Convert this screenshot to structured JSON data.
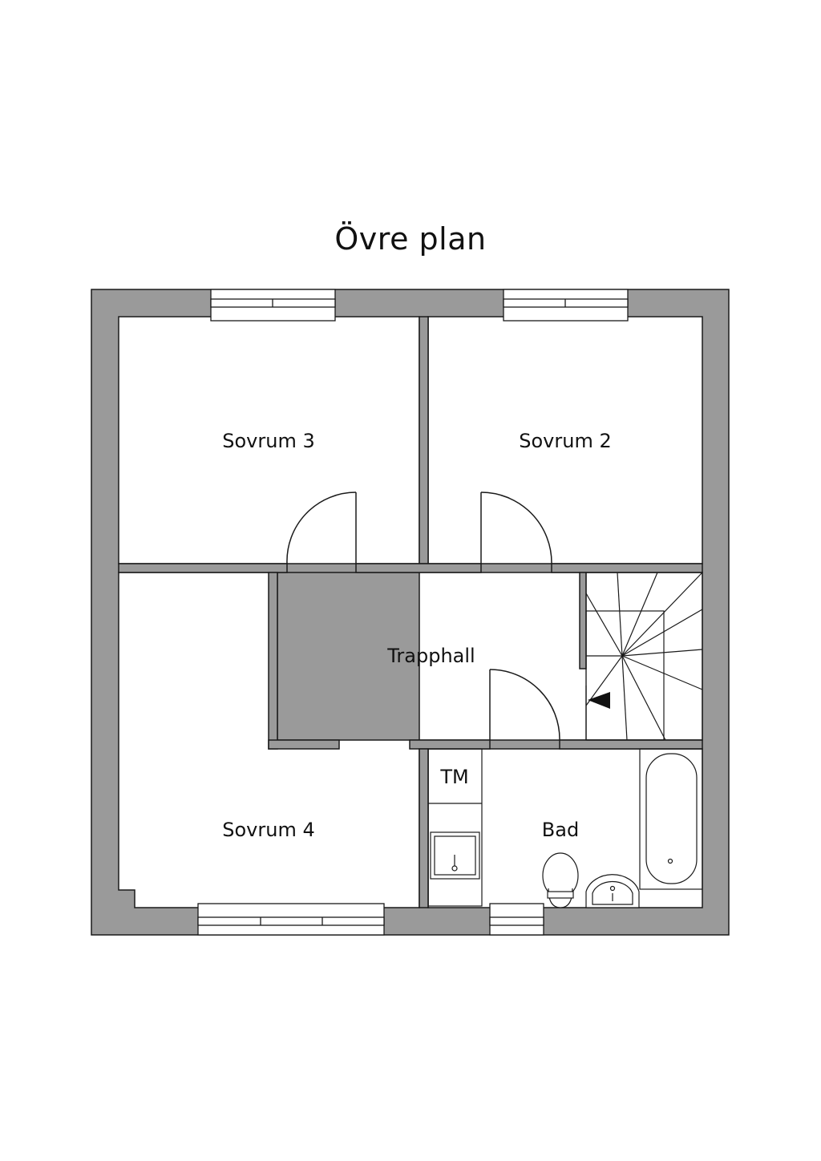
{
  "title": "Övre plan",
  "rooms": {
    "sovrum3": "Sovrum 3",
    "sovrum2": "Sovrum 2",
    "trapphall": "Trapphall",
    "sovrum4": "Sovrum 4",
    "tm": "TM",
    "bad": "Bad"
  },
  "colors": {
    "wall_fill": "#9a9a9a",
    "wall_stroke": "#1a1a1a",
    "background": "#ffffff"
  }
}
